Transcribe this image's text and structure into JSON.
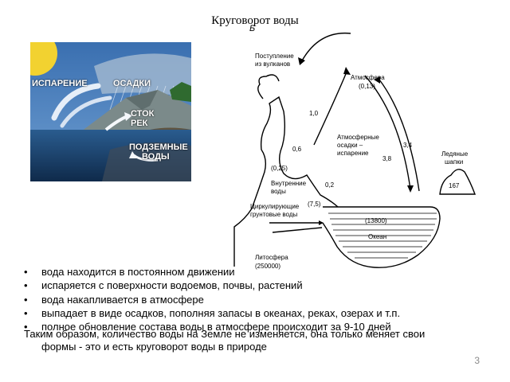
{
  "slide": {
    "title": "Круговорот воды",
    "page_number": "3"
  },
  "illustration_left": {
    "labels": {
      "evaporation": "ИСПАРЕНИЕ",
      "precipitation": "ОСАДКИ",
      "runoff_line1": "СТОК",
      "runoff_line2": "РЕК",
      "groundwater_line1": "ПОДЗЕМНЫЕ",
      "groundwater_line2": "ВОДЫ"
    }
  },
  "diagram_right": {
    "header_letter": "Б",
    "labels": {
      "volcanic_line1": "Поступление",
      "volcanic_line2": "из вулканов",
      "atmosphere": "Атмосфера",
      "atmosphere_value": "(0,13)",
      "atm_line1": "Атмосферные",
      "atm_line2": "осадки –",
      "atm_line3": "испарение",
      "inland_line1": "Внутренние",
      "inland_line2": "воды",
      "inland_value": "(0,25)",
      "ground_line1": "Циркулирующие",
      "ground_line2": "грунтовые воды",
      "ground_value": "(7,5)",
      "ocean_value": "(13800)",
      "ocean": "Океан",
      "lithosphere": "Литосфера",
      "lithosphere_value": "(250000)",
      "ice_line1": "Ледяные",
      "ice_line2": "шапки",
      "ice_value": "167",
      "flow_1": "1,0",
      "flow_2": "0,6",
      "flow_3": "0,2",
      "flow_4": "3,8",
      "flow_5": "3,4"
    }
  },
  "bullets": [
    "вода находится в постоянном движении",
    "испаряется с поверхности водоемов, почвы, растений",
    "вода накапливается в атмосфере",
    "выпадает в виде осадков, пополняя запасы в океанах, реках, озерах и т.п.",
    "полное обновление состава воды в атмосфере происходит за 9-10 дней"
  ],
  "summary": {
    "line1": "Таким образом, количество воды на Земле не изменяется, она только меняет свои",
    "line2": "формы - это и есть круговорот воды в природе"
  }
}
